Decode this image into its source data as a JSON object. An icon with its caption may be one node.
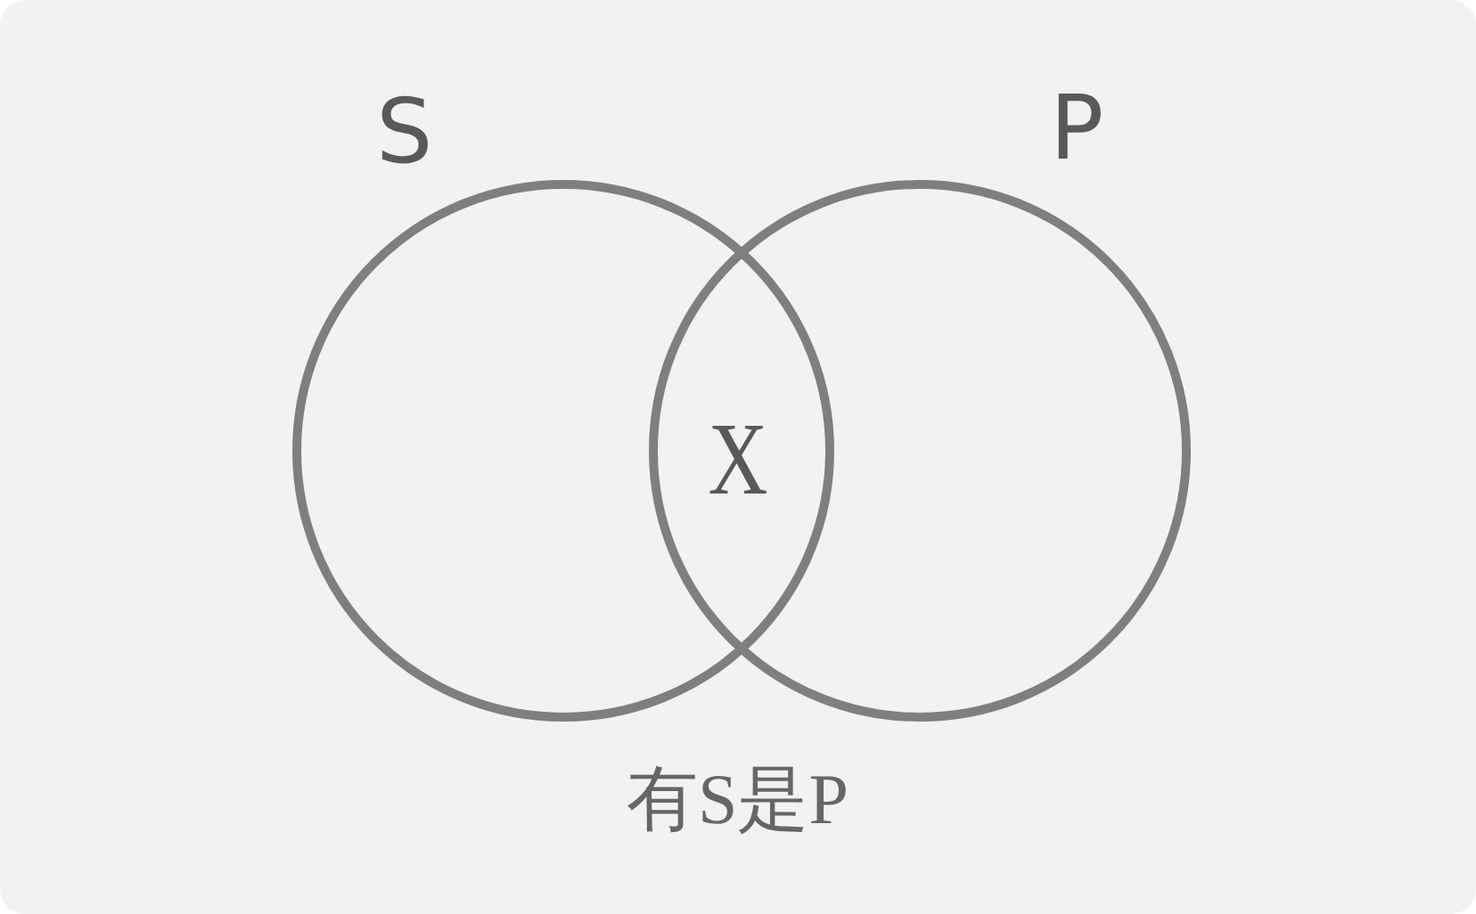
{
  "diagram": {
    "caption": "有S是P",
    "nodes": [
      {
        "text": [
          "S"
        ]
      },
      {
        "text": [
          "P"
        ]
      }
    ],
    "labels": [
      "X"
    ]
  }
}
